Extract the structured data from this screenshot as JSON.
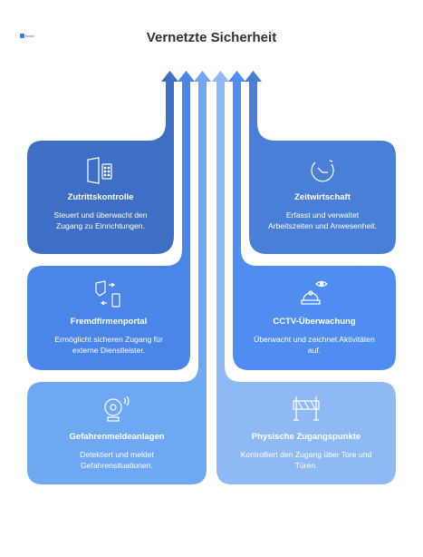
{
  "brand": {
    "logo_text": "Bmkn"
  },
  "title": "Vernetzte Sicherheit",
  "colors": {
    "dark": "#3f6fc4",
    "mid": "#4f8ef0",
    "light": "#6ea8f3",
    "pale": "#8fb9f5"
  },
  "cards": [
    {
      "title": "Zutrittskontrolle",
      "desc": "Steuert und überwacht den Zugang zu Einrichtungen.",
      "icon": "door-keypad-icon"
    },
    {
      "title": "Zeitwirtschaft",
      "desc": "Erfasst und verwaltet Arbeitszeiten und Anwesenheit.",
      "icon": "clock-icon"
    },
    {
      "title": "Fremdfirmenportal",
      "desc": "Ermöglicht sicheren Zugang für externe Dienstleister.",
      "icon": "device-exchange-icon"
    },
    {
      "title": "CCTV-Überwachung",
      "desc": "Überwacht und zeichnet Aktivitäten auf.",
      "icon": "camera-eye-icon"
    },
    {
      "title": "Gefahrenmeldeanlagen",
      "desc": "Detektiert und meldet Gefahrensituationen.",
      "icon": "alarm-bell-icon"
    },
    {
      "title": "Physische Zugangspunkte",
      "desc": "Kontrolliert den Zugang über Tore und Türen.",
      "icon": "barrier-icon"
    }
  ]
}
